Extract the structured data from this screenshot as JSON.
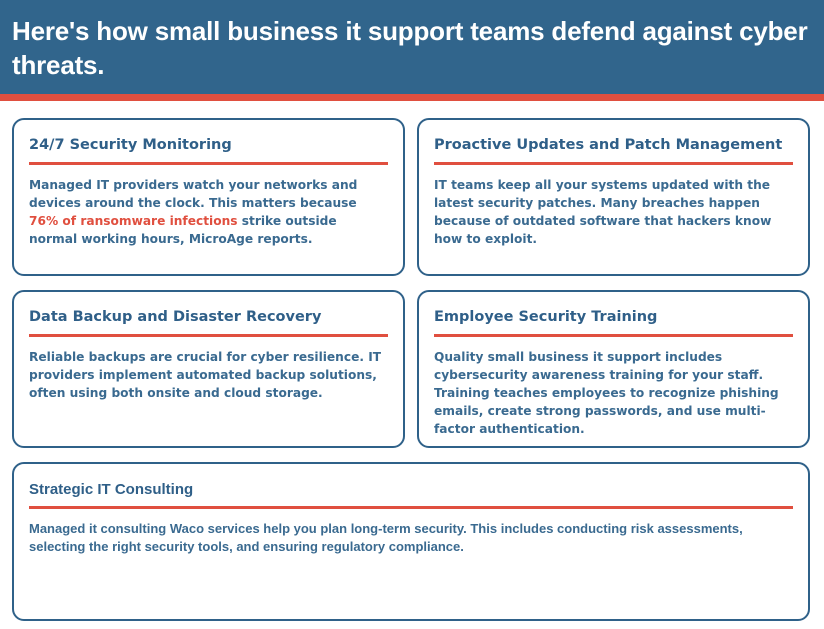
{
  "header": {
    "title": "Here's how small business it support teams defend against cyber threats."
  },
  "colors": {
    "header_bg": "#31658c",
    "accent_red": "#e04f3f",
    "text_blue": "#2f5f88",
    "card_border": "#2f6189"
  },
  "cards": [
    {
      "title": "24/7 Security Monitoring",
      "body_before": "Managed IT providers watch your networks and devices around the clock. This matters because ",
      "body_highlight": "76% of ransomware infections",
      "body_after": " strike outside normal working hours, MicroAge reports."
    },
    {
      "title": "Proactive Updates and Patch Management",
      "body": "IT teams keep all your systems updated with the latest security patches. Many breaches happen because of outdated software that hackers know how to exploit."
    },
    {
      "title": "Data Backup and Disaster Recovery",
      "body": "Reliable backups are crucial for cyber resilience. IT providers implement automated backup solutions, often using both onsite and cloud storage."
    },
    {
      "title": "Employee Security Training",
      "body": "Quality small business it support includes cybersecurity awareness training for your staff. Training teaches employees to recognize phishing emails, create strong passwords, and use multi-factor authentication."
    },
    {
      "title": "Strategic IT Consulting",
      "body": "Managed it consulting Waco services help you plan long-term security. This includes conducting risk assessments, selecting the right security tools, and ensuring regulatory compliance."
    }
  ]
}
